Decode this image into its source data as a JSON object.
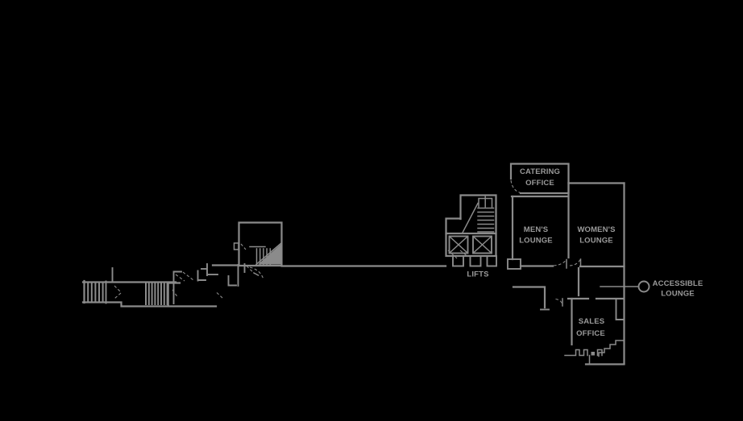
{
  "colors": {
    "background": "#000000",
    "wall": "#8b8b8b",
    "label": "#9a9a9a"
  },
  "labels": {
    "catering_office": {
      "line1": "CATERING",
      "line2": "OFFICE"
    },
    "mens_lounge": {
      "line1": "MEN'S",
      "line2": "LOUNGE"
    },
    "womens_lounge": {
      "line1": "WOMEN'S",
      "line2": "LOUNGE"
    },
    "lifts": {
      "line1": "LIFTS"
    },
    "accessible_lounge": {
      "line1": "ACCESSIBLE",
      "line2": "LOUNGE"
    },
    "sales_office": {
      "line1": "SALES",
      "line2": "OFFICE"
    }
  }
}
